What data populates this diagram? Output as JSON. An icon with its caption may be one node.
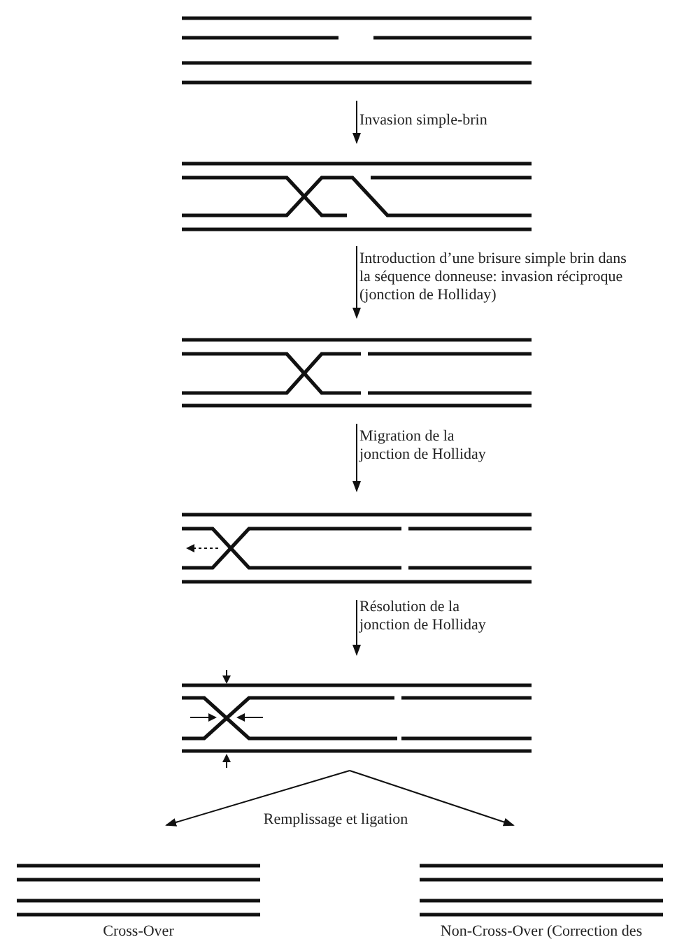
{
  "diagram": {
    "nodes": [
      {
        "text": [],
        "shape": "picture"
      },
      {
        "text": [],
        "shape": "picture"
      },
      {
        "text": [],
        "shape": "picture"
      },
      {
        "text": [],
        "shape": "picture"
      },
      {
        "text": [],
        "shape": "picture"
      },
      {
        "text": [],
        "shape": "picture",
        "beside": [
          "Cross-Over"
        ]
      },
      {
        "text": [],
        "shape": "picture",
        "beside": [
          "Non-Cross-Over (Correction des"
        ]
      }
    ],
    "edges": [
      {
        "from": 0,
        "to": 1,
        "arrow": "to",
        "label": "Invasion simple-brin"
      },
      {
        "from": 1,
        "to": 2,
        "arrow": "to",
        "label": "Introduction d’une brisure simple brin dans la séquence donneuse: invasion réciproque (jonction de Holliday)"
      },
      {
        "from": 2,
        "to": 3,
        "arrow": "to",
        "label": "Migration de la jonction de Holliday"
      },
      {
        "from": 3,
        "to": 4,
        "arrow": "to",
        "label": "Résolution de la jonction de Holliday"
      },
      {
        "from": 4,
        "to": 5,
        "arrow": "to",
        "label": "Remplissage et ligation"
      },
      {
        "from": 4,
        "to": 6,
        "arrow": "to"
      }
    ]
  }
}
